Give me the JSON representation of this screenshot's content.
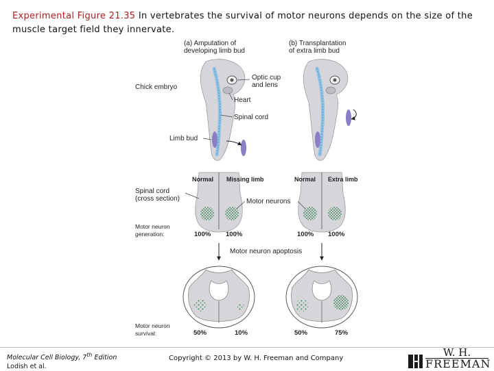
{
  "header": {
    "lead": "Experimental Figure 21.35",
    "text": "In vertebrates the survival of motor neurons depends on the size of the muscle target field they innervate."
  },
  "figure": {
    "panel_a": {
      "line1": "(a) Amputation of",
      "line2": "developing limb bud"
    },
    "panel_b": {
      "line1": "(b) Transplantation",
      "line2": "of extra limb bud"
    },
    "labels": {
      "chick_embryo": "Chick embryo",
      "optic_cup_1": "Optic cup",
      "optic_cup_2": "and lens",
      "heart": "Heart",
      "spinal_cord": "Spinal cord",
      "limb_bud": "Limb bud",
      "spinal_cord_cs_1": "Spinal cord",
      "spinal_cord_cs_2": "(cross section)",
      "motor_neurons": "Motor neurons",
      "generation_1": "Motor neuron",
      "generation_2": "generation:",
      "apoptosis": "Motor neuron apoptosis",
      "survival_1": "Motor neuron",
      "survival_2": "survival:"
    },
    "section_a": {
      "left": "Normal",
      "right": "Missing limb"
    },
    "section_b": {
      "left": "Normal",
      "right": "Extra limb"
    },
    "generation": {
      "a_left": "100%",
      "a_right": "100%",
      "b_left": "100%",
      "b_right": "100%"
    },
    "survival": {
      "a_left": "50%",
      "a_right": "10%",
      "b_left": "50%",
      "b_right": "75%"
    }
  },
  "footer": {
    "book_1": "Molecular Cell Biology, 7",
    "book_sup": "th",
    "book_2": " Edition",
    "authors": "Lodish et al.",
    "copyright": "Copyright © 2013 by W. H. Freeman and Company",
    "logo_line1": "W. H.",
    "logo_line2": "FREEMAN"
  },
  "colors": {
    "title_accent": "#b11e1e",
    "tissue_gray": "#d6d6da",
    "spinal_blue": "#8fc3e6",
    "limb_purple": "#8a7fc4",
    "neuron_green": "#2e8b4a"
  }
}
